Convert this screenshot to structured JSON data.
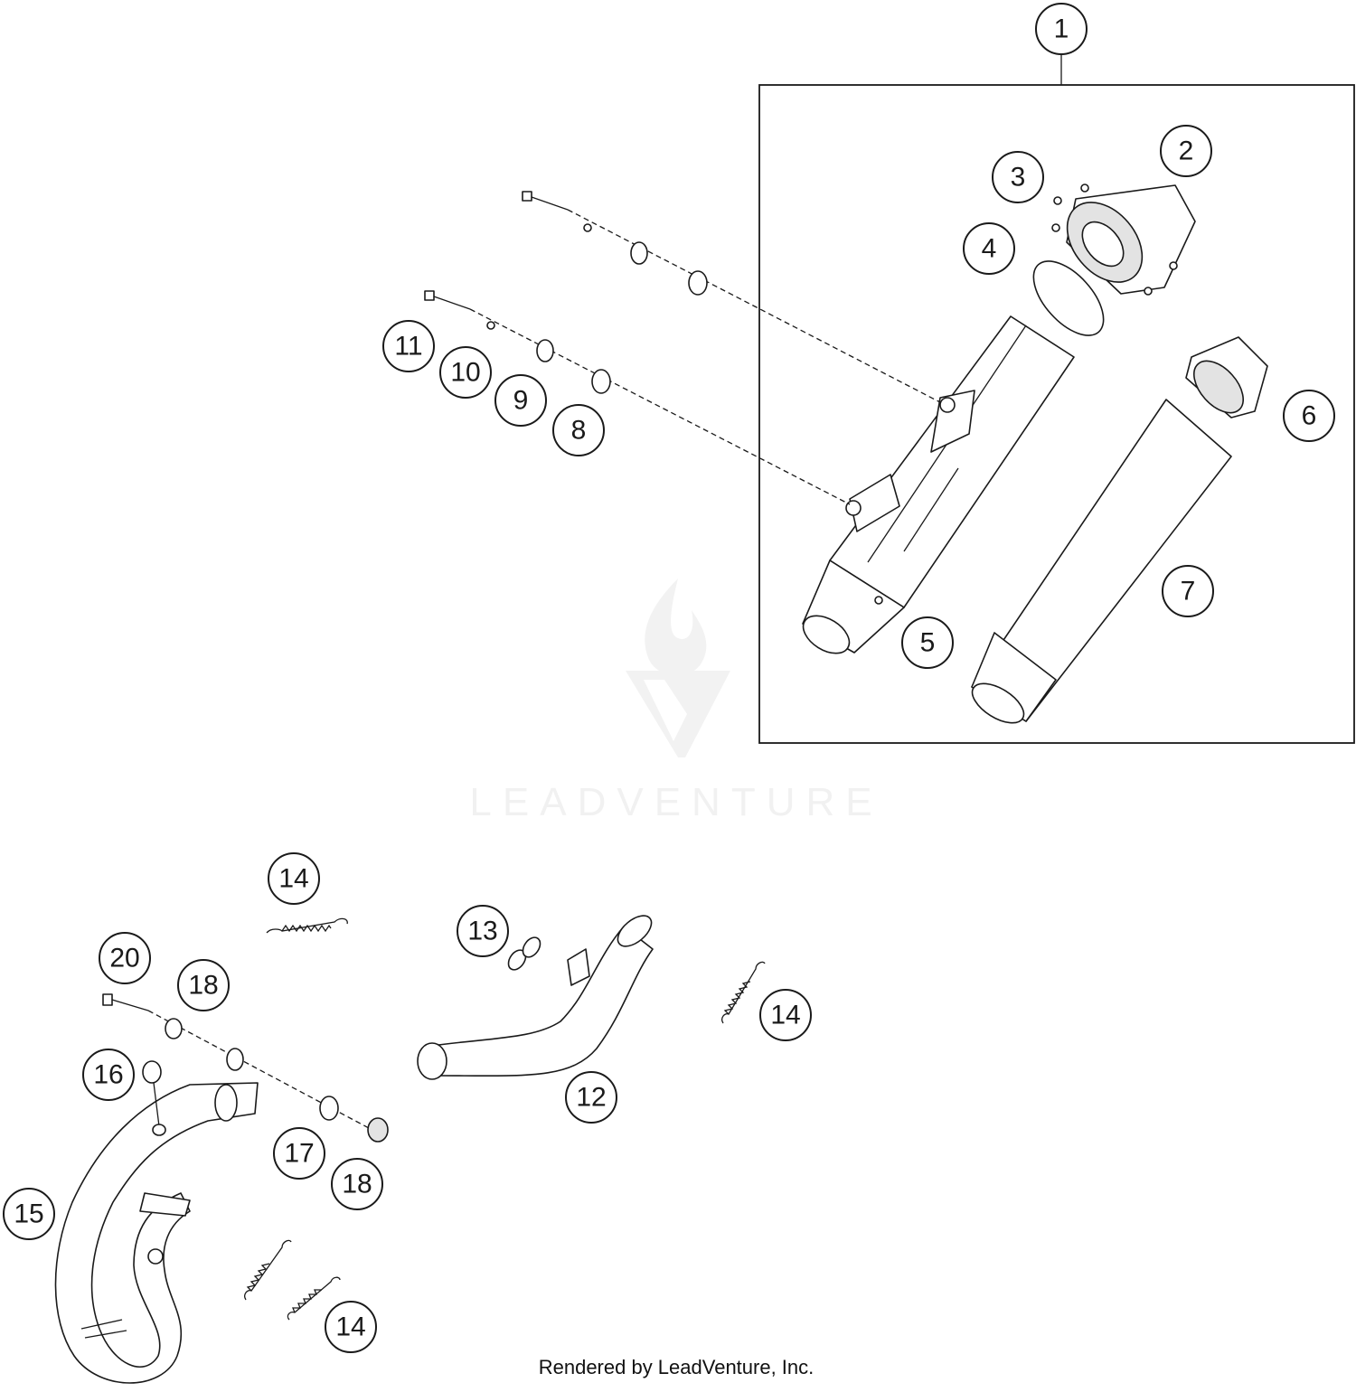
{
  "callouts": [
    {
      "id": "c1",
      "label": "1"
    },
    {
      "id": "c2",
      "label": "2"
    },
    {
      "id": "c3",
      "label": "3"
    },
    {
      "id": "c4",
      "label": "4"
    },
    {
      "id": "c5",
      "label": "5"
    },
    {
      "id": "c6",
      "label": "6"
    },
    {
      "id": "c7",
      "label": "7"
    },
    {
      "id": "c8",
      "label": "8"
    },
    {
      "id": "c9",
      "label": "9"
    },
    {
      "id": "c10",
      "label": "10"
    },
    {
      "id": "c11",
      "label": "11"
    },
    {
      "id": "c12",
      "label": "12"
    },
    {
      "id": "c13",
      "label": "13"
    },
    {
      "id": "c14a",
      "label": "14"
    },
    {
      "id": "c14b",
      "label": "14"
    },
    {
      "id": "c14c",
      "label": "14"
    },
    {
      "id": "c15",
      "label": "15"
    },
    {
      "id": "c16",
      "label": "16"
    },
    {
      "id": "c17",
      "label": "17"
    },
    {
      "id": "c18a",
      "label": "18"
    },
    {
      "id": "c18b",
      "label": "18"
    },
    {
      "id": "c20",
      "label": "20"
    }
  ],
  "watermark": {
    "text": "LEADVENTURE"
  },
  "footer": {
    "text": "Rendered by LeadVenture, Inc."
  }
}
